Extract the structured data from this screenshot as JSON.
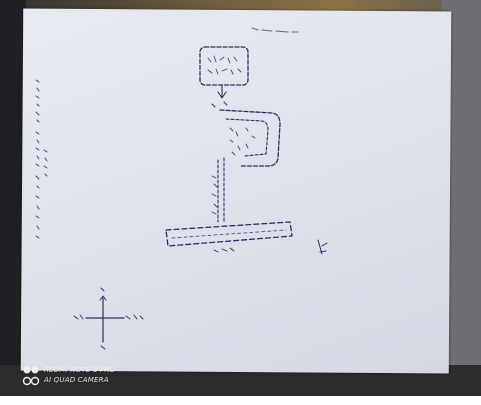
{
  "photo": {
    "subject": "hand-drawn ink sketch on a sheet of paper",
    "colors": {
      "paper": "#dfe3ec",
      "ink": "#2a2f6a",
      "background": "#6f7176"
    }
  },
  "watermark": {
    "line1": "REDMI NOTE 8 PRO",
    "line2": "AI QUAD CAMERA",
    "icon": "camera-lens-logo"
  }
}
